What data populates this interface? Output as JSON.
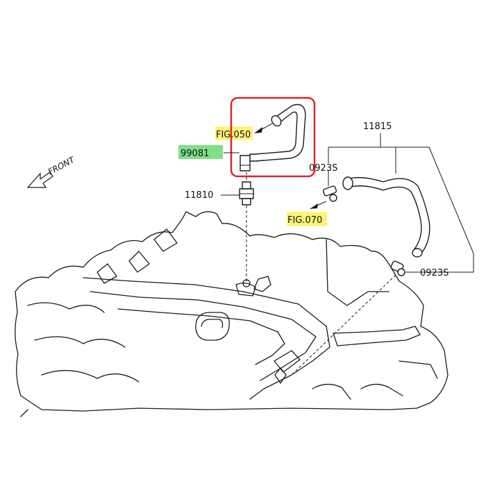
{
  "labels": {
    "fig050": "FIG.050",
    "part99081": "99081",
    "part11815": "11815",
    "part0923s_a": "0923S",
    "part0923s_b": "0923S",
    "part11810": "11810",
    "fig070": "FIG.070",
    "front": "FRONT"
  },
  "colors": {
    "highlight_yellow": "#fff27a",
    "highlight_green": "#7fe08a",
    "callout_red": "#d9262c",
    "line": "#1a1a1a"
  },
  "icons": {
    "front_arrow": "front-arrow-icon"
  }
}
